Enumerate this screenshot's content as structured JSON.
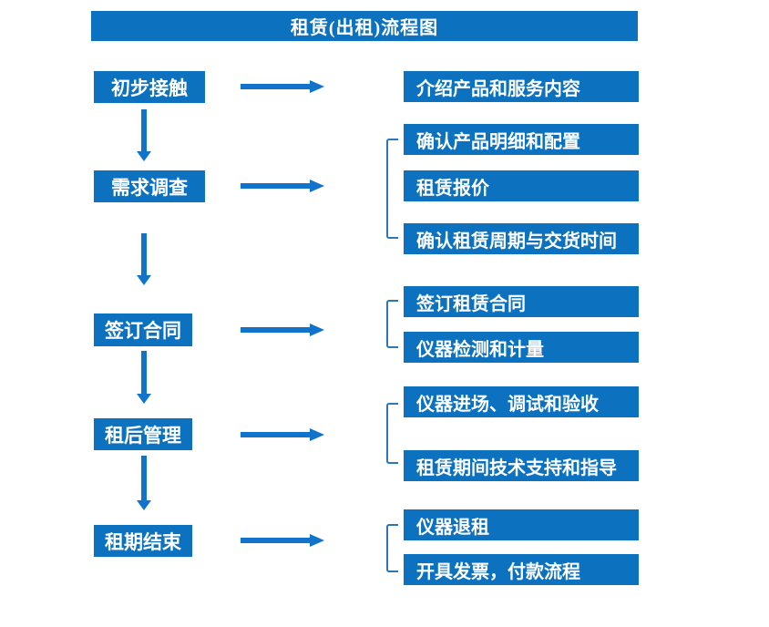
{
  "title": "租赁(出租)流程图",
  "colors": {
    "box_fill": "#0C71BF",
    "arrow_fill": "#1273CB",
    "bracket_stroke": "#2E75B6",
    "text": "#FFFFFF",
    "background": "#FFFFFF"
  },
  "stages": [
    {
      "label": "初步接触",
      "details": [
        "介绍产品和服务内容"
      ]
    },
    {
      "label": "需求调查",
      "details": [
        "确认产品明细和配置",
        "租赁报价",
        "确认租赁周期与交货时间"
      ]
    },
    {
      "label": "签订合同",
      "details": [
        "签订租赁合同",
        "仪器检测和计量"
      ]
    },
    {
      "label": "租后管理",
      "details": [
        "仪器进场、调试和验收",
        "租赁期间技术支持和指导"
      ]
    },
    {
      "label": "租期结束",
      "details": [
        "仪器退租",
        "开具发票，付款流程"
      ]
    }
  ]
}
